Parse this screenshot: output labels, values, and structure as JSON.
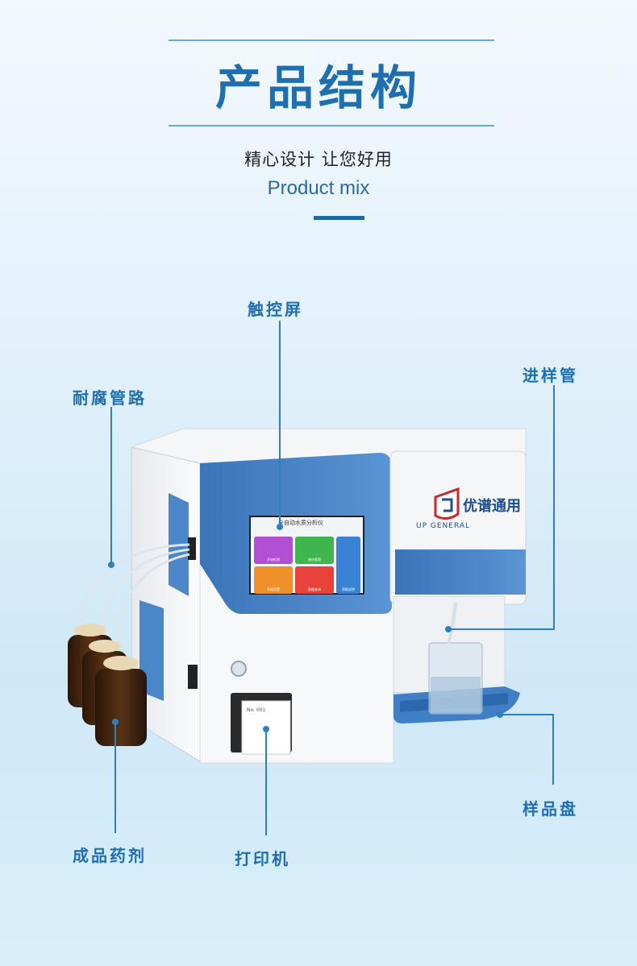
{
  "header": {
    "title": "产品结构",
    "subtitle_cn": "精心设计 让您好用",
    "subtitle_en": "Product mix"
  },
  "callouts": {
    "touchscreen": "触控屏",
    "corrosion_tubing": "耐腐管路",
    "sample_tube": "进样管",
    "reagent": "成品药剂",
    "printer": "打印机",
    "sample_tray": "样品盘"
  },
  "device": {
    "brand_cn": "优谱通用",
    "brand_en": "UP GENERAL",
    "screen_title": "全自动水质分析仪",
    "screen_tiles": [
      "开始检测",
      "曲线管理",
      "系统设置",
      "数据查询",
      "帮助说明"
    ],
    "printer_paper": "No. 001"
  },
  "colors": {
    "accent": "#1f6fae",
    "device_blue": "#3f7fc6"
  }
}
